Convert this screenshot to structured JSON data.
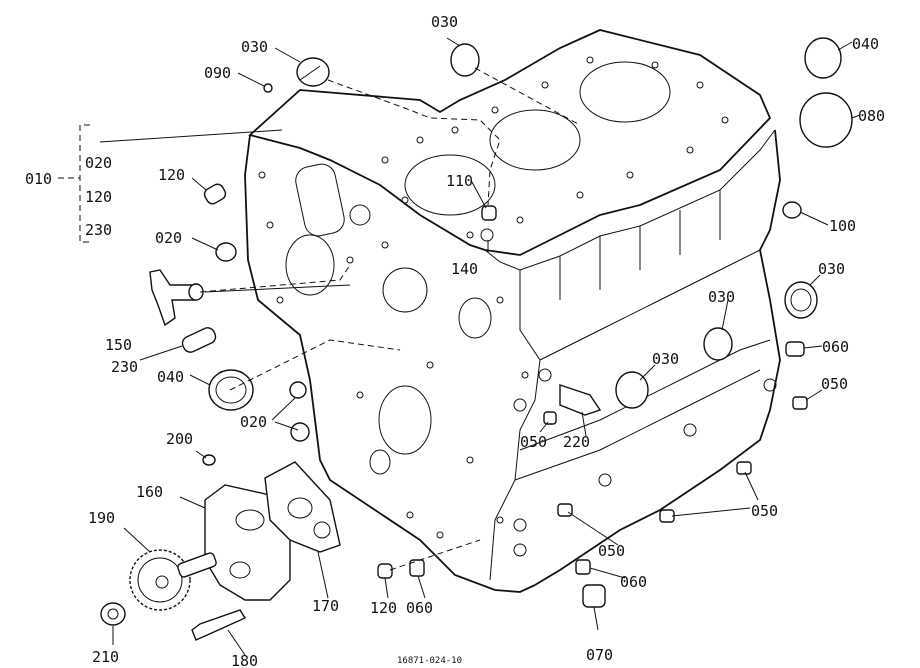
{
  "diagram": {
    "drawing_number": "16871-024-10",
    "parts": [
      {
        "id": "c1",
        "code": "030"
      },
      {
        "id": "c2",
        "code": "090"
      },
      {
        "id": "c3",
        "code": "010"
      },
      {
        "id": "c4",
        "code": "020"
      },
      {
        "id": "c5",
        "code": "120"
      },
      {
        "id": "c6",
        "code": "230"
      },
      {
        "id": "c7",
        "code": "120"
      },
      {
        "id": "c8",
        "code": "020"
      },
      {
        "id": "c9",
        "code": "150"
      },
      {
        "id": "c10",
        "code": "230"
      },
      {
        "id": "c11",
        "code": "040"
      },
      {
        "id": "c12",
        "code": "020"
      },
      {
        "id": "c13",
        "code": "200"
      },
      {
        "id": "c14",
        "code": "160"
      },
      {
        "id": "c15",
        "code": "190"
      },
      {
        "id": "c16",
        "code": "210"
      },
      {
        "id": "c17",
        "code": "180"
      },
      {
        "id": "c18",
        "code": "170"
      },
      {
        "id": "c19",
        "code": "120"
      },
      {
        "id": "c20",
        "code": "060"
      },
      {
        "id": "c21",
        "code": "070"
      },
      {
        "id": "c22",
        "code": "060"
      },
      {
        "id": "c23",
        "code": "050"
      },
      {
        "id": "c24",
        "code": "050"
      },
      {
        "id": "c25",
        "code": "220"
      },
      {
        "id": "c26",
        "code": "030"
      },
      {
        "id": "c27",
        "code": "030"
      },
      {
        "id": "c28",
        "code": "110"
      },
      {
        "id": "c29",
        "code": "140"
      },
      {
        "id": "c30",
        "code": "030"
      },
      {
        "id": "c31",
        "code": "040"
      },
      {
        "id": "c32",
        "code": "080"
      },
      {
        "id": "c33",
        "code": "100"
      },
      {
        "id": "c34",
        "code": "030"
      },
      {
        "id": "c35",
        "code": "060"
      },
      {
        "id": "c36",
        "code": "050"
      },
      {
        "id": "c37",
        "code": "050"
      }
    ]
  }
}
